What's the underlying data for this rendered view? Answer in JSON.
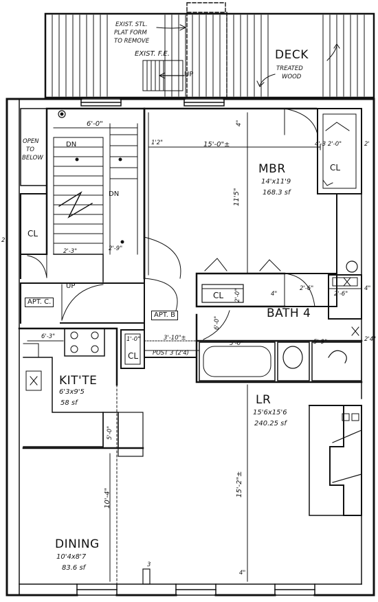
{
  "deck": {
    "title": "DECK",
    "material_line1": "TREATED",
    "material_line2": "WOOD",
    "note_line1": "EXIST. STL.",
    "note_line2": "PLAT FORM",
    "note_line3": "TO REMOVE",
    "exist_fe": "EXIST. F.E.",
    "up": "UP"
  },
  "stairs": {
    "open_line1": "OPEN",
    "open_line2": "TO",
    "open_line3": "BELOW",
    "dim_top": "6'-0\"",
    "dn_upper": "DN",
    "dn_lower": "DN",
    "dim_low_left": "2'-3\"",
    "dim_low_mid": "2'-9\"",
    "up": "UP",
    "closet": "CL",
    "dim_left_margin": "2"
  },
  "tags": {
    "apt_c": "APT. C.",
    "apt_b": "APT. B"
  },
  "mbr": {
    "name": "MBR",
    "size": "14'x11'9",
    "area": "168.3 sf",
    "width_dim": "15'-0\"±",
    "height_dim": "11'5\"",
    "top_dim": "4\"",
    "left_dim": "1'2\"",
    "closet": "CL",
    "closet_dims": "4'-3 2'-0\"",
    "closet_right_dim": "2'",
    "hall_closet": "CL",
    "hall_closet_dim": "2'-0\"",
    "hall_closet_small": "4\""
  },
  "bath": {
    "name": "BATH 4",
    "dim_door": "2'-6\"",
    "dim_a": "2'-6\"",
    "dim_right": "4\"",
    "dim_width": "5'-0\"",
    "dim_side": "5'-9\"",
    "dim_right2": "2'4\"",
    "dim_left": "6'-0\""
  },
  "kitchen": {
    "name": "KIT'TE",
    "size": "6'3x9'5",
    "area": "58 sf",
    "dim_top": "6'-3\"",
    "closet": "CL",
    "closet_dim": "1'-0\"",
    "dim_right_block": "5'-0\""
  },
  "living": {
    "name": "LR",
    "size": "15'6x15'6",
    "area": "240.25 sf",
    "height_dim": "15'-2\"±",
    "dim_across": "3'-10\"±",
    "post": "POST 3 (2'4)"
  },
  "dining": {
    "name": "DINING",
    "size": "10'4x8'7",
    "area": "83.6 sf",
    "height_dim": "10'-4\"",
    "small_dim": "3",
    "bottom_dim": "4\""
  }
}
